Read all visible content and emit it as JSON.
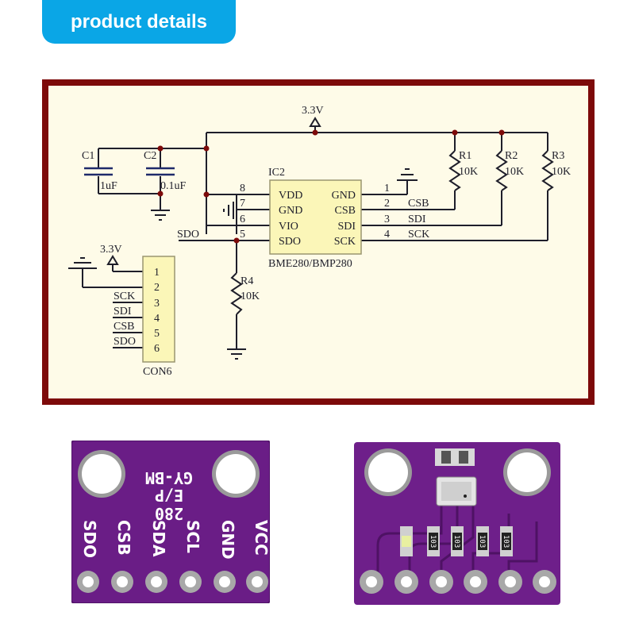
{
  "banner": {
    "title": "product details",
    "color": "#0aa6e6"
  },
  "schematic": {
    "frame_color": "#7d0a0a",
    "background": "#fefbe8",
    "power_top": "3.3V",
    "power_con": "3.3V",
    "capacitors": [
      {
        "ref": "C1",
        "value": "1uF"
      },
      {
        "ref": "C2",
        "value": "0.1uF"
      }
    ],
    "ic": {
      "ref": "IC2",
      "part": "BME280/BMP280",
      "left_pins": [
        {
          "num": "8",
          "name": "VDD"
        },
        {
          "num": "7",
          "name": "GND"
        },
        {
          "num": "6",
          "name": "VIO"
        },
        {
          "num": "5",
          "name": "SDO"
        }
      ],
      "right_pins": [
        {
          "num": "1",
          "name": "GND",
          "net": ""
        },
        {
          "num": "2",
          "name": "CSB",
          "net": "CSB"
        },
        {
          "num": "3",
          "name": "SDI",
          "net": "SDI"
        },
        {
          "num": "4",
          "name": "SCK",
          "net": "SCK"
        }
      ],
      "sdo_net": "SDO"
    },
    "resistors": [
      {
        "ref": "R1",
        "value": "10K"
      },
      {
        "ref": "R2",
        "value": "10K"
      },
      {
        "ref": "R3",
        "value": "10K"
      },
      {
        "ref": "R4",
        "value": "10K"
      }
    ],
    "connector": {
      "ref": "CON6",
      "pins": [
        {
          "num": "1",
          "net": ""
        },
        {
          "num": "2",
          "net": ""
        },
        {
          "num": "3",
          "net": "SCK"
        },
        {
          "num": "4",
          "net": "SDI"
        },
        {
          "num": "5",
          "net": "CSB"
        },
        {
          "num": "6",
          "net": "SDO"
        }
      ]
    }
  },
  "boards": {
    "front": {
      "silk_model_line1": "GY-BM",
      "silk_model_line2": "E/P",
      "silk_model_line3": "280",
      "pins": [
        "SDO",
        "CSB",
        "SDA",
        "SCL",
        "GND",
        "VCC"
      ]
    },
    "back": {
      "resistor_marking": "103",
      "resistor_count": 4
    }
  }
}
